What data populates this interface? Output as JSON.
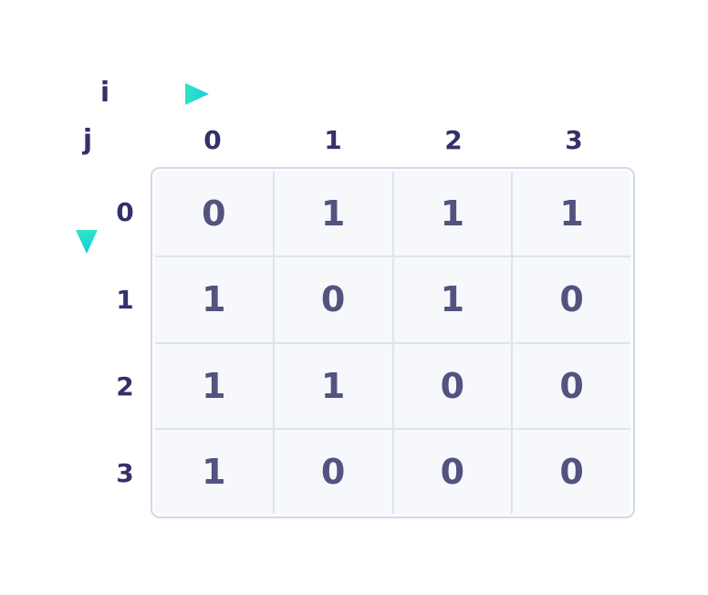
{
  "axes": {
    "i_label": "i",
    "j_label": "j"
  },
  "matrix": {
    "col_headers": [
      "0",
      "1",
      "2",
      "3"
    ],
    "row_headers": [
      "0",
      "1",
      "2",
      "3"
    ],
    "rows": [
      [
        "0",
        "1",
        "1",
        "1"
      ],
      [
        "1",
        "0",
        "1",
        "0"
      ],
      [
        "1",
        "1",
        "0",
        "0"
      ],
      [
        "1",
        "0",
        "0",
        "0"
      ]
    ]
  },
  "colors": {
    "page_bg": "#ffffff",
    "header_text": "#32316a",
    "cell_text": "#54527f",
    "arrow_start": "#2ee5c3",
    "arrow_end": "#18cbe2",
    "cell_bg": "#f6f8fc",
    "grid_line": "#dfe3ee",
    "table_border": "#d3dae6",
    "table_bg": "#fbfcff"
  }
}
